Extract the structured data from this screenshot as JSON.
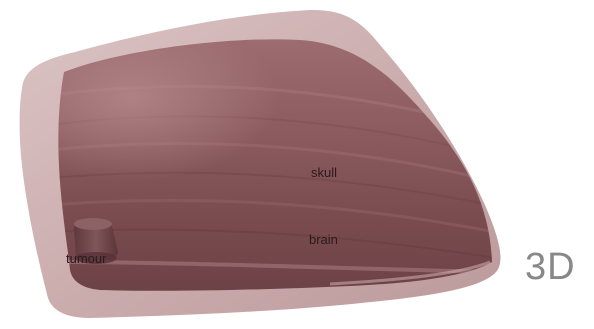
{
  "labels": {
    "skull": "skull",
    "brain": "brain",
    "tumour": "tumour"
  },
  "view_label": "3D",
  "colors": {
    "skull_fill": "#cfb3b3",
    "brain_fill": "#8a5a5e",
    "tumour_fill": "#6a4448",
    "view_label": "#888888"
  }
}
